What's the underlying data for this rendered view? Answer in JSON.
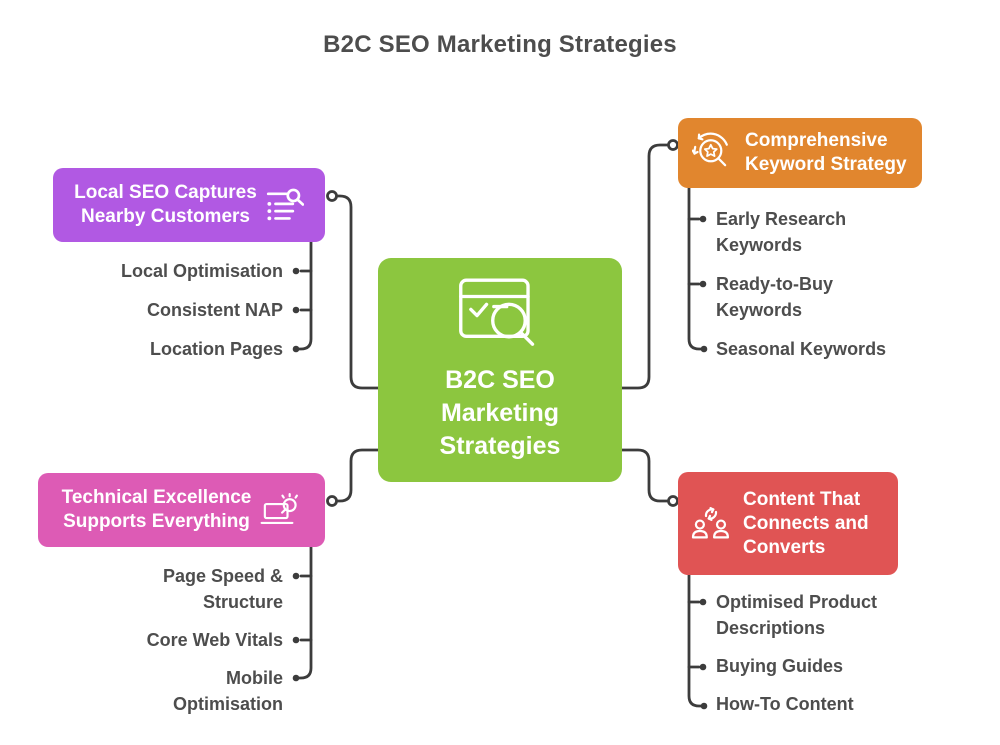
{
  "title": "B2C SEO Marketing Strategies",
  "center": {
    "label": "B2C SEO\nMarketing\nStrategies",
    "color": "#8CC63F",
    "icon": "browser-search-icon"
  },
  "branches": [
    {
      "id": "local-seo",
      "title": "Local SEO Captures\nNearby Customers",
      "color": "#B159E3",
      "icon": "list-search-icon",
      "icon_position": "right",
      "items": [
        "Local Optimisation",
        "Consistent NAP",
        "Location Pages"
      ]
    },
    {
      "id": "keyword-strategy",
      "title": "Comprehensive\nKeyword Strategy",
      "color": "#E1862E",
      "icon": "star-search-refresh-icon",
      "icon_position": "left",
      "items": [
        "Early Research\nKeywords",
        "Ready-to-Buy\nKeywords",
        "Seasonal Keywords"
      ]
    },
    {
      "id": "technical-excellence",
      "title": "Technical Excellence\nSupports Everything",
      "color": "#DD5BB5",
      "icon": "laptop-search-icon",
      "icon_position": "right",
      "items": [
        "Page Speed &\nStructure",
        "Core Web Vitals",
        "Mobile\nOptimisation"
      ]
    },
    {
      "id": "content-converts",
      "title": "Content That\nConnects and\nConverts",
      "color": "#E05454",
      "icon": "people-sync-icon",
      "icon_position": "left",
      "items": [
        "Optimised Product\nDescriptions",
        "Buying Guides",
        "How-To Content"
      ]
    }
  ],
  "colors": {
    "background": "#FFFFFF",
    "text": "#4D4D4D",
    "line": "#3C3C3C",
    "node_text": "#FFFFFF"
  }
}
